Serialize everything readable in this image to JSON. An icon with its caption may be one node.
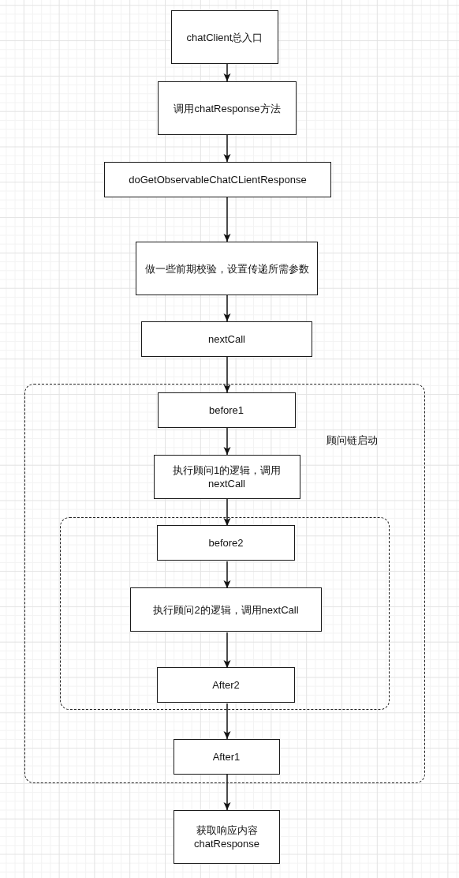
{
  "diagram": {
    "nodes": [
      {
        "text": [
          "chatClient总入口"
        ]
      },
      {
        "text": [
          "调用chatResponse方法"
        ]
      },
      {
        "text": [
          "doGetObservableChatCLientResponse"
        ]
      },
      {
        "text": [
          "做一些前期校验，设置传递所需参数"
        ]
      },
      {
        "text": [
          "nextCall"
        ]
      },
      {
        "text": [
          "顾问链启动"
        ]
      },
      {
        "text": [
          "before1"
        ],
        "in": 5
      },
      {
        "text": [
          "执行顾问1的逻辑，调用nextCall"
        ],
        "in": 5
      },
      {
        "text": [],
        "shape": "box",
        "in": 5
      },
      {
        "text": [
          "before2"
        ],
        "in": 8
      },
      {
        "text": [
          "执行顾问2的逻辑，调用nextCall"
        ],
        "in": 8
      },
      {
        "text": [
          "After2"
        ],
        "in": 8
      },
      {
        "text": [
          "After1"
        ],
        "in": 5
      },
      {
        "text": [
          "获取响应内容chatResponse"
        ]
      }
    ],
    "edges": [
      {
        "from": 0,
        "to": 1,
        "arrow": "to"
      },
      {
        "from": 1,
        "to": 2,
        "arrow": "to"
      },
      {
        "from": 2,
        "to": 3,
        "arrow": "to"
      },
      {
        "from": 3,
        "to": 4,
        "arrow": "to"
      },
      {
        "from": 4,
        "to": 6,
        "arrow": "to"
      },
      {
        "from": 6,
        "to": 7,
        "arrow": "to"
      },
      {
        "from": 7,
        "to": 9,
        "arrow": "to"
      },
      {
        "from": 9,
        "to": 10,
        "arrow": "to"
      },
      {
        "from": 10,
        "to": 11,
        "arrow": "to"
      },
      {
        "from": 11,
        "to": 12,
        "arrow": "to"
      },
      {
        "from": 12,
        "to": 13,
        "arrow": "to"
      }
    ]
  }
}
